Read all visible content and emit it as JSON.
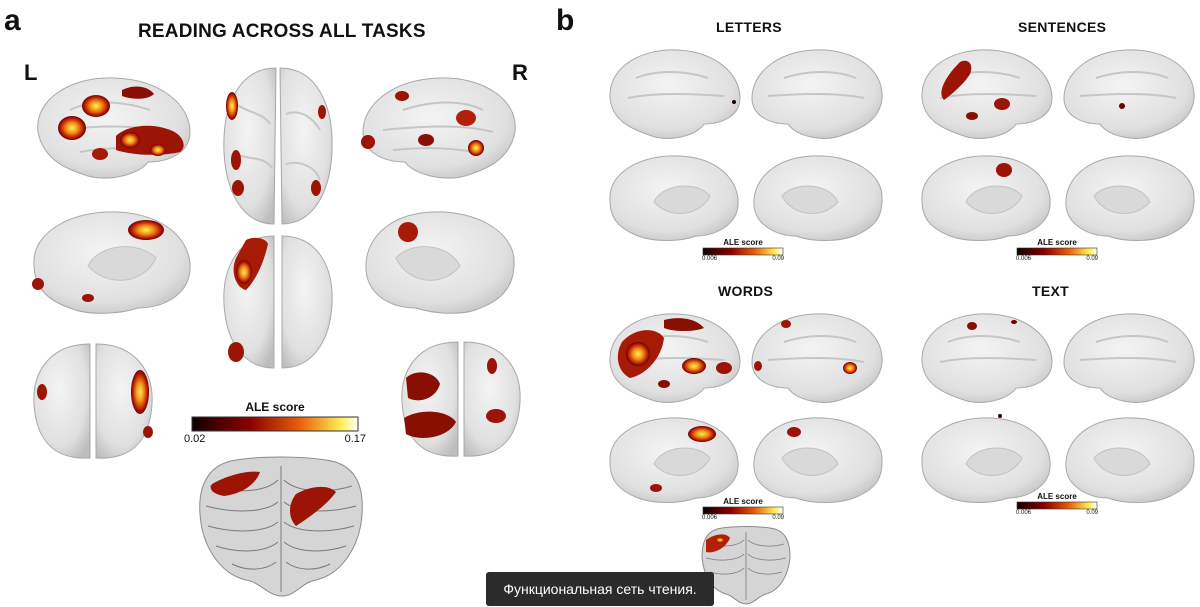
{
  "panel_a": {
    "label": "a",
    "title": "READING ACROSS ALL TASKS",
    "left_label": "L",
    "right_label": "R",
    "colorbar": {
      "title": "ALE score",
      "min": "0.02",
      "max": "0.17"
    }
  },
  "panel_b": {
    "label": "b",
    "conditions": [
      {
        "name": "LETTERS",
        "colorbar": {
          "title": "ALE score",
          "min": "0.006",
          "max": "0.09"
        }
      },
      {
        "name": "SENTENCES",
        "colorbar": {
          "title": "ALE score",
          "min": "0.006",
          "max": "0.09"
        }
      },
      {
        "name": "WORDS",
        "colorbar": {
          "title": "ALE score",
          "min": "0.006",
          "max": "0.09"
        }
      },
      {
        "name": "TEXT",
        "colorbar": {
          "title": "ALE score",
          "min": "0.006",
          "max": "0.09"
        }
      }
    ]
  },
  "colormap": {
    "low": "#1a0000",
    "mid1": "#8b0000",
    "mid2": "#e85a0a",
    "high": "#ffe94a",
    "top": "#ffffff"
  },
  "caption": "Функциональная сеть чтения."
}
